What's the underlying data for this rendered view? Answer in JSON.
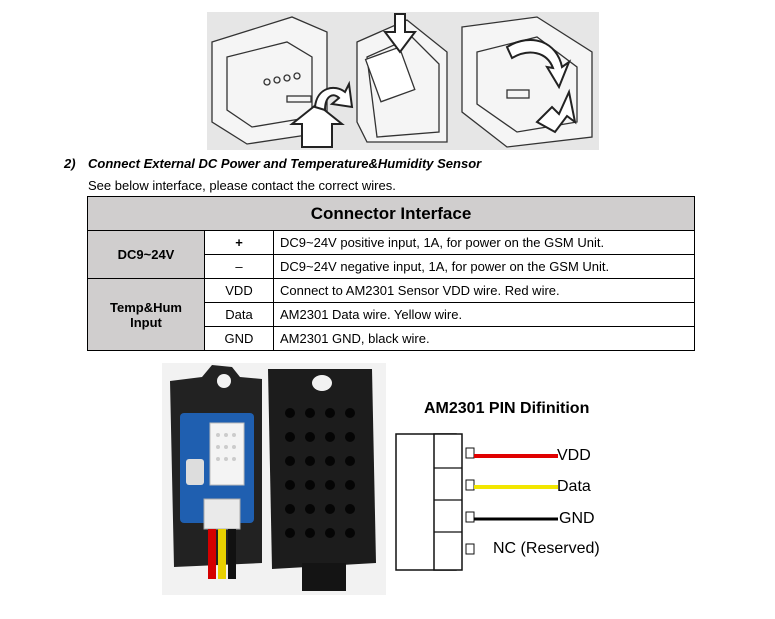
{
  "section": {
    "number": "2)",
    "heading": "Connect External DC Power and Temperature&Humidity Sensor",
    "subtitle": "See below interface, please contact the correct wires."
  },
  "connector_table": {
    "title": "Connector Interface",
    "rows": [
      {
        "group": "DC9~24V",
        "pin": "+",
        "description": "DC9~24V positive input, 1A, for power on the GSM Unit."
      },
      {
        "group": "DC9~24V",
        "pin": "–",
        "description": "DC9~24V negative input, 1A, for power on the GSM Unit."
      },
      {
        "group": "Temp&Hum Input",
        "pin": "VDD",
        "description": "Connect to AM2301 Sensor VDD wire. Red wire."
      },
      {
        "group": "Temp&Hum Input",
        "pin": "Data",
        "description": "AM2301 Data wire. Yellow wire."
      },
      {
        "group": "Temp&Hum Input",
        "pin": "GND",
        "description": "AM2301 GND, black wire."
      }
    ],
    "groups": {
      "dc": "DC9~24V",
      "temp": "Temp&Hum Input"
    }
  },
  "pin_definition": {
    "title": "AM2301 PIN Difinition",
    "pins": [
      {
        "label": "VDD",
        "wire_color": "#e00000"
      },
      {
        "label": "Data",
        "wire_color": "#f2e600"
      },
      {
        "label": "GND",
        "wire_color": "#000000"
      },
      {
        "label": "NC (Reserved)",
        "wire_color": ""
      }
    ]
  },
  "colors": {
    "table_header_bg": "#d0cece",
    "sensor_board": "#1f5fb0",
    "sensor_housing": "#1c1c1c"
  }
}
